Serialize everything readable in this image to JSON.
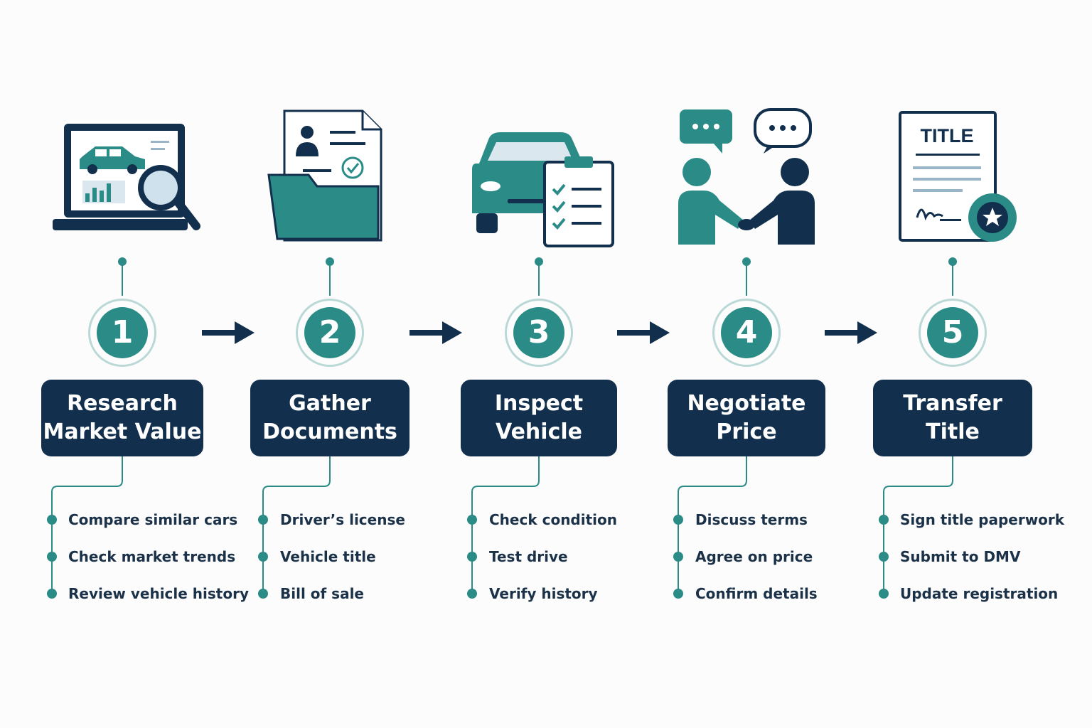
{
  "colors": {
    "navy": "#12304d",
    "teal": "#2b8c87",
    "teal_light": "#b9d8d6",
    "background": "#fcfcfc"
  },
  "steps": [
    {
      "number": "1",
      "title": "Research\nMarket Value",
      "icon": "laptop-car-search-icon",
      "items": [
        "Compare similar cars",
        "Check market trends",
        "Review vehicle history"
      ]
    },
    {
      "number": "2",
      "title": "Gather\nDocuments",
      "icon": "folder-documents-icon",
      "items": [
        "Driver’s license",
        "Vehicle title",
        "Bill of sale"
      ]
    },
    {
      "number": "3",
      "title": "Inspect\nVehicle",
      "icon": "car-checklist-icon",
      "items": [
        "Check condition",
        "Test drive",
        "Verify history"
      ]
    },
    {
      "number": "4",
      "title": "Negotiate\nPrice",
      "icon": "handshake-chat-icon",
      "items": [
        "Discuss terms",
        "Agree on price",
        "Confirm details"
      ]
    },
    {
      "number": "5",
      "title": "Transfer\nTitle",
      "icon": "title-document-seal-icon",
      "items": [
        "Sign title paperwork",
        "Submit to DMV",
        "Update registration"
      ]
    }
  ],
  "icon_labels": {
    "title_document": "TITLE"
  }
}
